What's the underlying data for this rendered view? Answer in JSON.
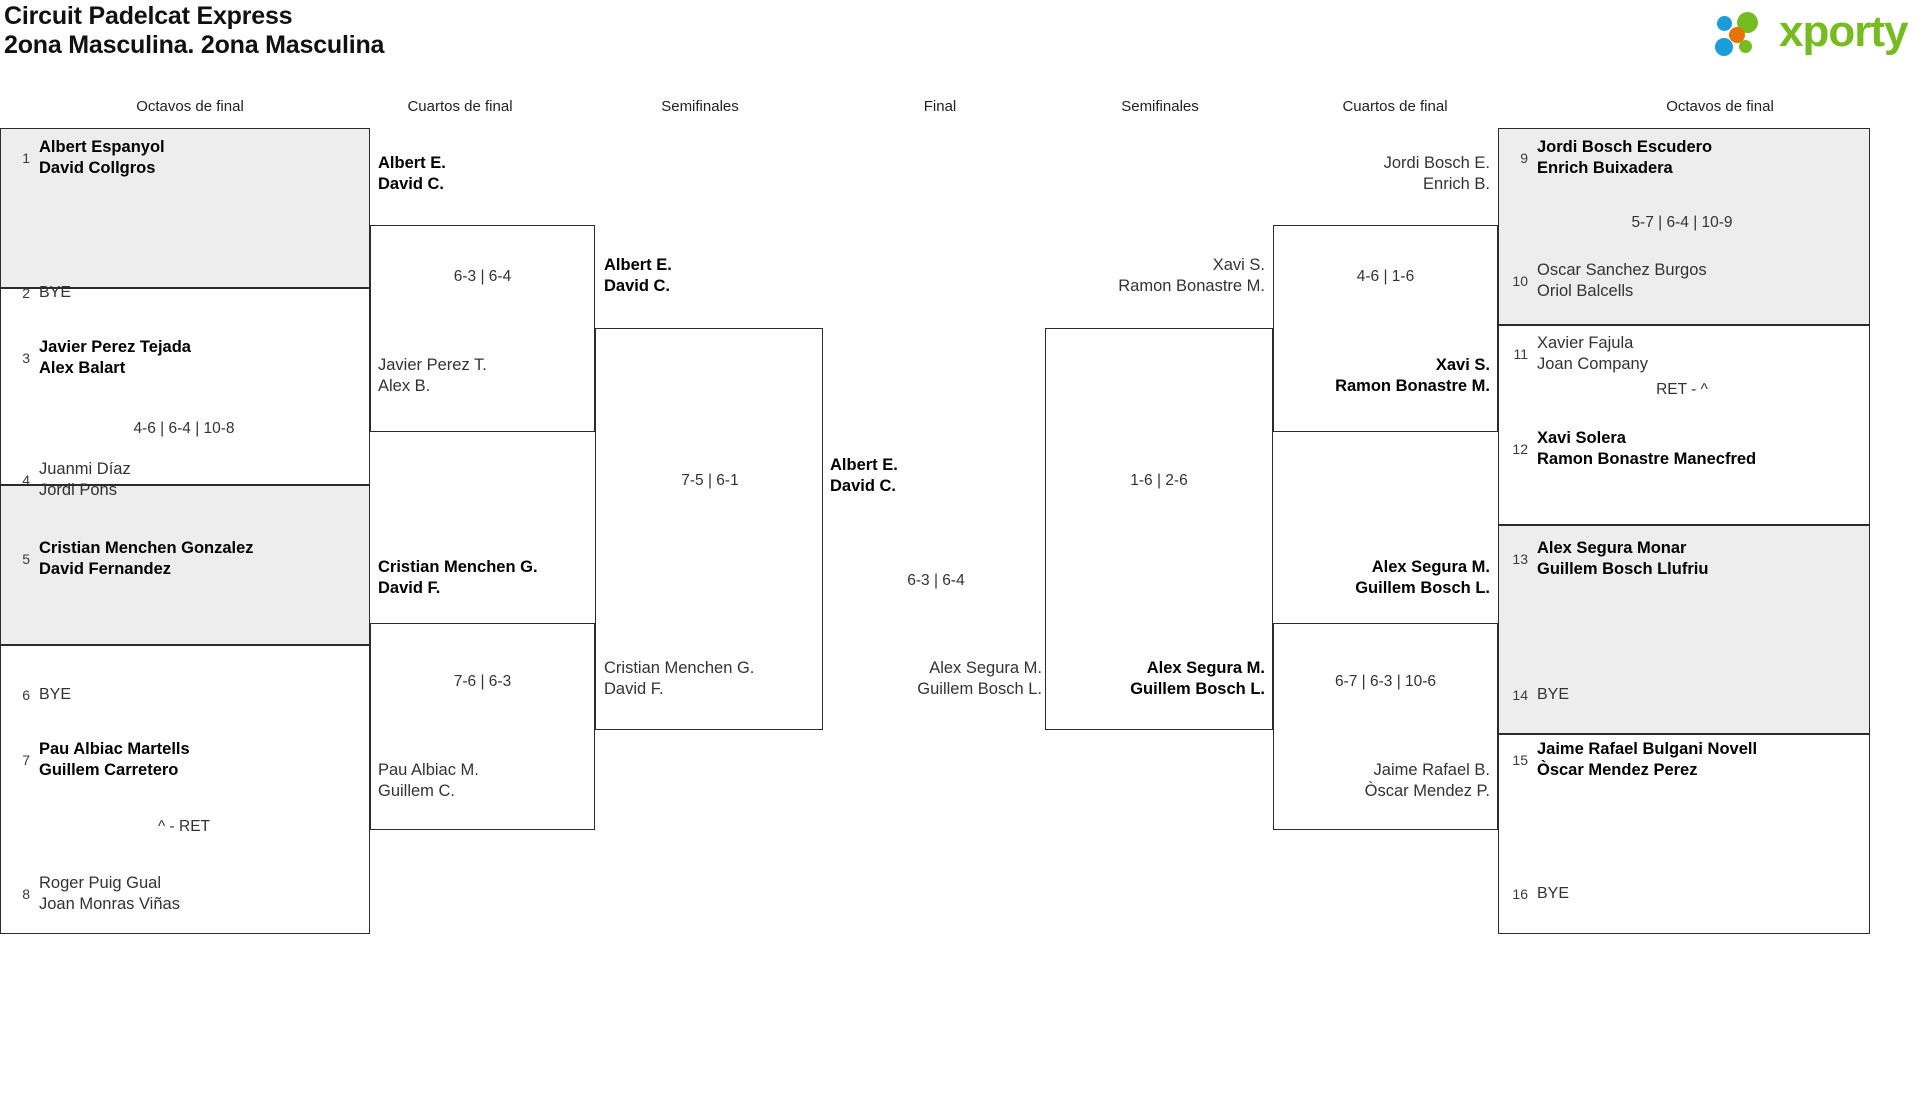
{
  "header": {
    "tournament": "Circuit Padelcat Express",
    "category": "2ona Masculina. 2ona Masculina",
    "logo": {
      "name": "xporty",
      "color_green": "#76bc21",
      "color_blue": "#1b9dd9",
      "color_orange": "#e8730c"
    }
  },
  "rounds": {
    "left_r16": "Octavos de final",
    "left_qf": "Cuartos de final",
    "left_sf": "Semifinales",
    "final": "Final",
    "right_sf": "Semifinales",
    "right_qf": "Cuartos de final",
    "right_r16": "Octavos de final"
  },
  "left_r16": [
    {
      "seed": "1",
      "line1": "Albert Espanyol",
      "line2": "David Collgros",
      "result": "winner"
    },
    {
      "seed": "2",
      "line1": "BYE",
      "line2": "",
      "result": "bye"
    },
    {
      "seed": "3",
      "line1": "Javier Perez Tejada",
      "line2": "Alex Balart",
      "result": "winner"
    },
    {
      "seed": "4",
      "line1": "Juanmi Díaz",
      "line2": "Jordi Pons",
      "result": "loser"
    },
    {
      "seed": "5",
      "line1": "Cristian Menchen Gonzalez",
      "line2": "David Fernandez",
      "result": "winner"
    },
    {
      "seed": "6",
      "line1": "BYE",
      "line2": "",
      "result": "bye"
    },
    {
      "seed": "7",
      "line1": "Pau Albiac Martells",
      "line2": "Guillem Carretero",
      "result": "winner"
    },
    {
      "seed": "8",
      "line1": "Roger Puig Gual",
      "line2": "Joan Monras Viñas",
      "result": "loser"
    }
  ],
  "right_r16": [
    {
      "seed": "9",
      "line1": "Jordi Bosch Escudero",
      "line2": "Enrich Buixadera",
      "result": "winner"
    },
    {
      "seed": "10",
      "line1": "Oscar Sanchez Burgos",
      "line2": "Oriol Balcells",
      "result": "loser"
    },
    {
      "seed": "11",
      "line1": "Xavier Fajula",
      "line2": "Joan Company",
      "result": "loser"
    },
    {
      "seed": "12",
      "line1": "Xavi Solera",
      "line2": "Ramon Bonastre Manecfred",
      "result": "winner"
    },
    {
      "seed": "13",
      "line1": "Alex Segura Monar",
      "line2": "Guillem Bosch Llufriu",
      "result": "winner"
    },
    {
      "seed": "14",
      "line1": "BYE",
      "line2": "",
      "result": "bye"
    },
    {
      "seed": "15",
      "line1": "Jaime Rafael Bulgani Novell",
      "line2": "Òscar Mendez Perez",
      "result": "winner"
    },
    {
      "seed": "16",
      "line1": "BYE",
      "line2": "",
      "result": "bye"
    }
  ],
  "left_r16_scores": {
    "m1": "",
    "m2": "4-6 | 6-4 | 10-8",
    "m3": "",
    "m4": "^ - RET"
  },
  "right_r16_scores": {
    "m5": "5-7 | 6-4 | 10-9",
    "m6": "RET - ^",
    "m7": "",
    "m8": ""
  },
  "left_qf": {
    "m1": {
      "top": {
        "line1": "Albert E.",
        "line2": "David C.",
        "result": "winner"
      },
      "bottom": {
        "line1": "Javier Perez T.",
        "line2": "Alex B.",
        "result": "loser"
      },
      "score": "6-3 | 6-4"
    },
    "m2": {
      "top": {
        "line1": "Cristian Menchen G.",
        "line2": "David F.",
        "result": "winner"
      },
      "bottom": {
        "line1": "Pau Albiac M.",
        "line2": "Guillem C.",
        "result": "loser"
      },
      "score": "7-6 | 6-3"
    }
  },
  "right_qf": {
    "m1": {
      "top": {
        "line1": "Jordi Bosch E.",
        "line2": "Enrich B.",
        "result": "loser"
      },
      "bottom": {
        "line1": "Xavi S.",
        "line2": "Ramon Bonastre M.",
        "result": "winner"
      },
      "score": "4-6 | 1-6"
    },
    "m2": {
      "top": {
        "line1": "Alex Segura M.",
        "line2": "Guillem Bosch L.",
        "result": "winner"
      },
      "bottom": {
        "line1": "Jaime Rafael B.",
        "line2": "Òscar Mendez P.",
        "result": "loser"
      },
      "score": "6-7 | 6-3 | 10-6"
    }
  },
  "left_sf": {
    "top": {
      "line1": "Albert E.",
      "line2": "David C.",
      "result": "winner"
    },
    "bottom": {
      "line1": "Cristian Menchen G.",
      "line2": "David F.",
      "result": "loser"
    },
    "score": "7-5 | 6-1"
  },
  "right_sf": {
    "top": {
      "line1": "Xavi S.",
      "line2": "Ramon Bonastre M.",
      "result": "loser"
    },
    "bottom": {
      "line1": "Alex Segura M.",
      "line2": "Guillem Bosch L.",
      "result": "winner"
    },
    "score": "1-6 | 2-6"
  },
  "final": {
    "top": {
      "line1": "Albert E.",
      "line2": "David C.",
      "result": "winner"
    },
    "bottom": {
      "line1": "Alex Segura M.",
      "line2": "Guillem Bosch L.",
      "result": "loser"
    },
    "score": "6-3 | 6-4"
  }
}
